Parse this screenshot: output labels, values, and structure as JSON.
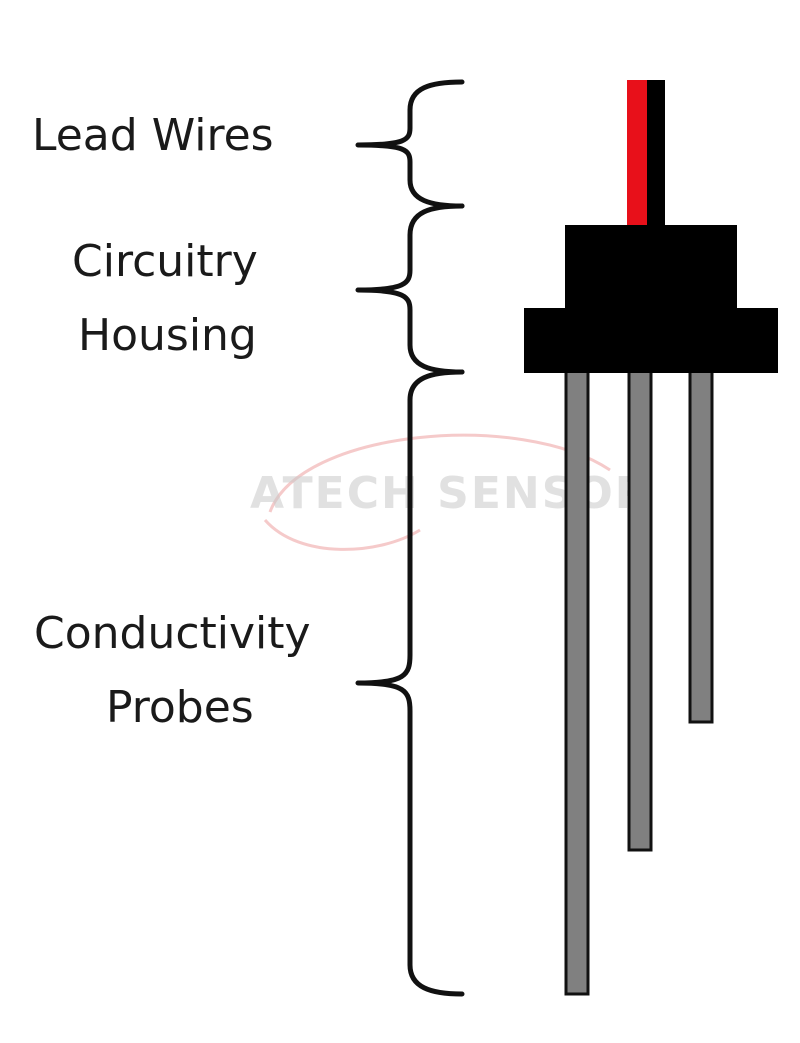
{
  "labels": {
    "lead_wires": "Lead Wires",
    "circuitry_line1": "Circuitry",
    "circuitry_line2": "Housing",
    "probes_line1": "Conductivity",
    "probes_line2": "Probes"
  },
  "watermark": {
    "text": "ATECH SENSOR"
  },
  "colors": {
    "red_wire": "#e8101a",
    "black_wire": "#000000",
    "housing": "#000000",
    "probe": "#808080"
  }
}
